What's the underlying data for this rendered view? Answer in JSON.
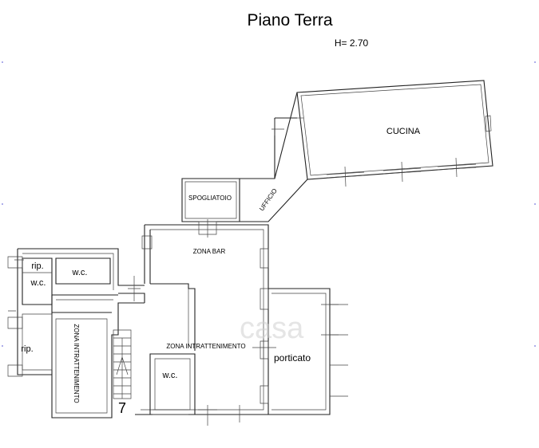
{
  "plan": {
    "title": "Piano Terra",
    "height_note": "H= 2.70",
    "watermark": "casa",
    "stair_number": "7",
    "rooms": {
      "cucina": "CUCINA",
      "spogliatoio": "SPOGLIATOIO",
      "ufficio": "UFFICIO",
      "zona_bar": "ZONA BAR",
      "zona_intrattenimento": "ZONA INTRATTENIMENTO",
      "zona_intrattenimento_vertical": "ZONA INTRATTENIMENTO",
      "porticato": "porticato",
      "wc_top_left": "w.c.",
      "wc_left": "w.c.",
      "wc_center": "w.c.",
      "rip_top": "rip.",
      "rip_bottom": "rip."
    }
  }
}
